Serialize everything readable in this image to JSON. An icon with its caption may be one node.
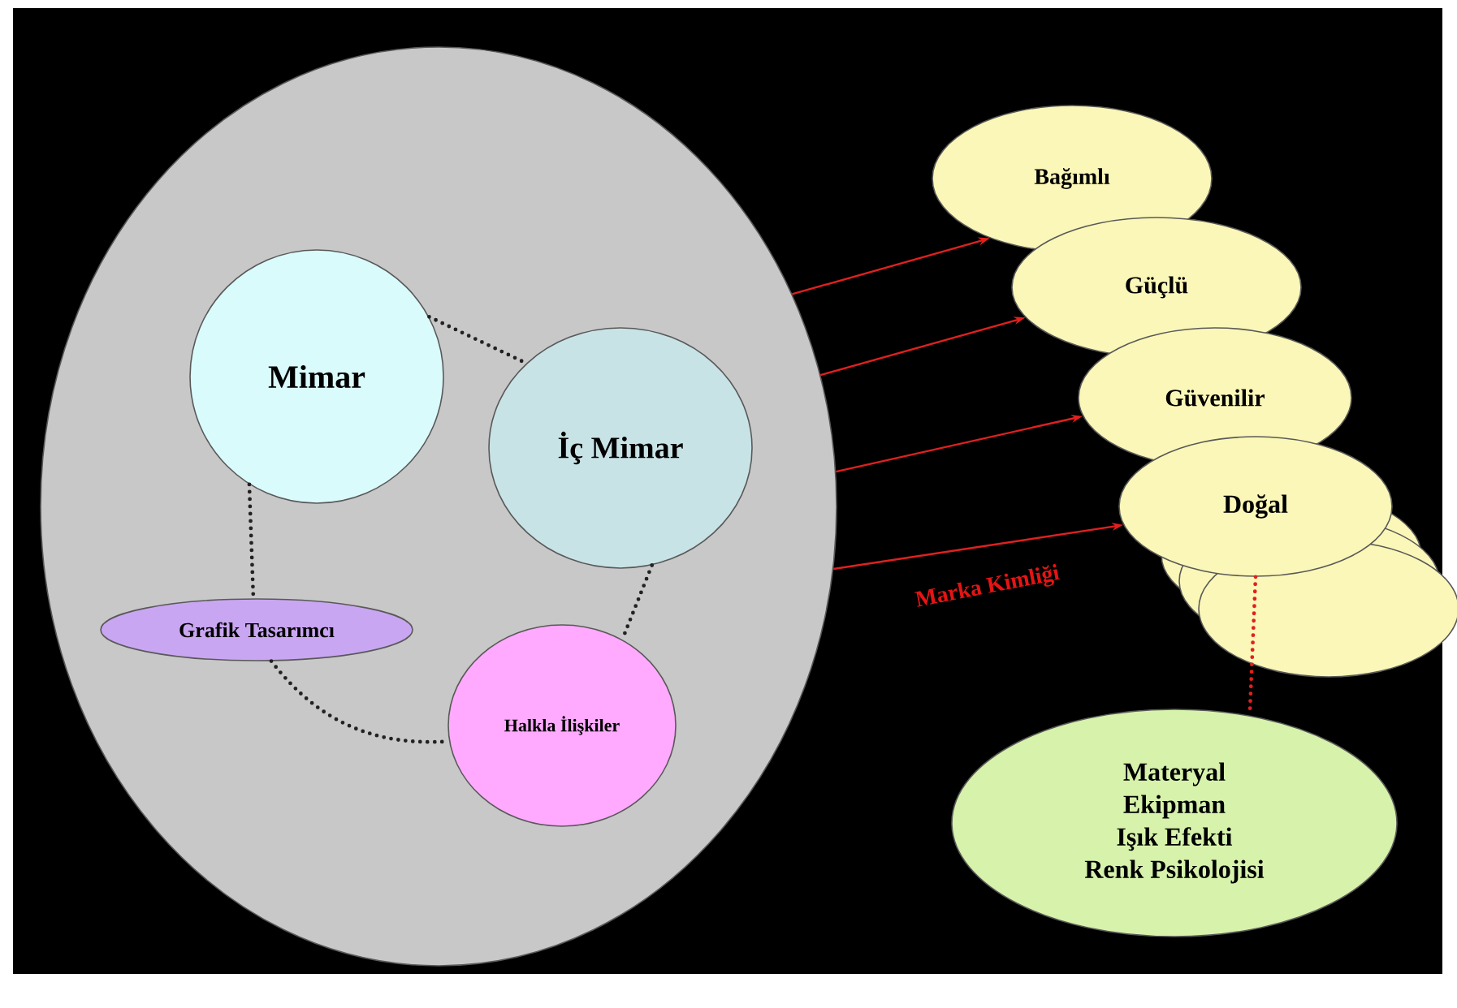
{
  "diagram": {
    "nodes": [
      {
        "text": [],
        "shape": "ellipse"
      },
      {
        "text": [
          "Mimar"
        ],
        "in": 0
      },
      {
        "text": [
          "İç Mimar"
        ],
        "in": 0
      },
      {
        "text": [
          "Grafik Tasarımcı"
        ],
        "in": 0
      },
      {
        "text": [
          "Halkla İlişkiler"
        ],
        "in": 0
      },
      {
        "text": [
          "Bağımlı"
        ]
      },
      {
        "text": [
          "Güçlü"
        ]
      },
      {
        "text": [
          "Güvenilir"
        ]
      },
      {
        "text": [
          "Doğal"
        ]
      },
      {
        "text": [
          "Materyal",
          "Ekipman",
          "Işık Efekti",
          "Renk Psikolojisi"
        ]
      }
    ],
    "edges": [
      {
        "from": 1,
        "to": 2,
        "arrow": "none",
        "style": "dashed",
        "color": "#222222"
      },
      {
        "from": 1,
        "to": 3,
        "arrow": "none",
        "style": "dashed",
        "color": "#222222"
      },
      {
        "from": 2,
        "to": 4,
        "arrow": "none",
        "style": "dashed",
        "color": "#222222"
      },
      {
        "from": 3,
        "to": 4,
        "arrow": "none",
        "style": "dashed",
        "color": "#222222"
      },
      {
        "from": 0,
        "to": 5,
        "arrow": "to",
        "color": "#e02020"
      },
      {
        "from": 0,
        "to": 6,
        "arrow": "to",
        "color": "#e02020"
      },
      {
        "from": 0,
        "to": 7,
        "arrow": "to",
        "color": "#e02020"
      },
      {
        "from": 0,
        "to": 8,
        "arrow": "to",
        "color": "#e02020",
        "label": "Marka Kimliği"
      },
      {
        "from": 8,
        "to": 9,
        "arrow": "none",
        "style": "dashed",
        "color": "#e02020"
      }
    ]
  }
}
